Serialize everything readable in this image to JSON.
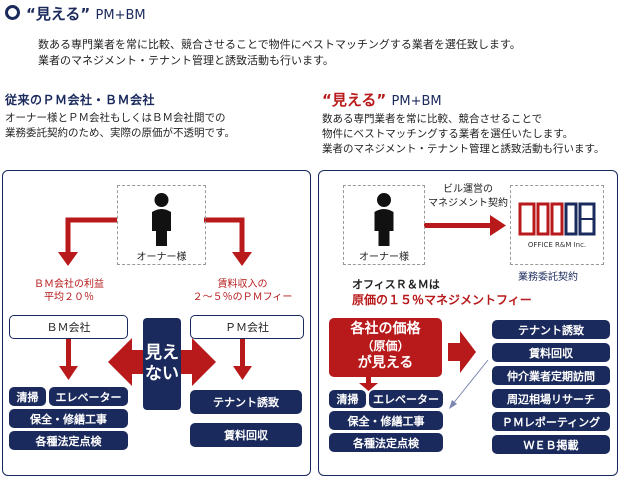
{
  "header": {
    "title_quote": "“見える”",
    "title_suffix": "PM+BM",
    "intro_lines": [
      "数ある専門業者を常に比較、競合させることで物件にベストマッチングする業者を選任致します。",
      "業者のマネジメント・テナント管理と誘致活動も行います。"
    ]
  },
  "left": {
    "title": "従来のＰＭ会社・ＢＭ会社",
    "desc_lines": [
      "オーナー様とＰＭ会社もしくはＢＭ会社間での",
      "業務委託契約のため、実際の原価が不透明です。"
    ],
    "owner_label": "オーナー様",
    "bm_fee_lines": [
      "ＢＭ会社の利益",
      "平均２０％"
    ],
    "pm_fee_lines": [
      "賃料収入の",
      "２～５％のＰＭフィー"
    ],
    "bm_company": "ＢＭ会社",
    "pm_company": "ＰＭ会社",
    "invisible_lines": [
      "見え",
      "ない"
    ],
    "bm_tasks": [
      "清掃",
      "エレベーター",
      "保全・修繕工事",
      "各種法定点検"
    ],
    "pm_tasks": [
      "テナント誘致",
      "賃料回収"
    ]
  },
  "right": {
    "title_quote": "“見える”",
    "title_suffix": "PM+BM",
    "desc_lines": [
      "数ある専門業者を常に比較、競合させることで",
      "物件にベストマッチングする業者を選任いたします。",
      "業者のマネジメント・テナント管理と誘致活動も行います。"
    ],
    "owner_label": "オーナー様",
    "contract_lines": [
      "ビル運営の",
      "マネジメント契約"
    ],
    "logo_text": "OFFICE R&M Inc.",
    "outsourcing": "業務委託契約",
    "fee_line1": "オフィスＲ＆Ｍは",
    "fee_line2": "原価の１５％マネジメントフィー",
    "visible_lines": [
      "各社の価格",
      "（原価）",
      "が見える"
    ],
    "bm_tasks": [
      "清掃",
      "エレベーター",
      "保全・修繕工事",
      "各種法定点検"
    ],
    "pm_tasks": [
      "テナント誘致",
      "賃料回収",
      "仲介業者定期訪問",
      "周辺相場リサーチ",
      "ＰＭレポーティング",
      "ＷＥＢ掲載"
    ]
  },
  "colors": {
    "navy": "#1b2a5c",
    "red": "#b8191a"
  }
}
